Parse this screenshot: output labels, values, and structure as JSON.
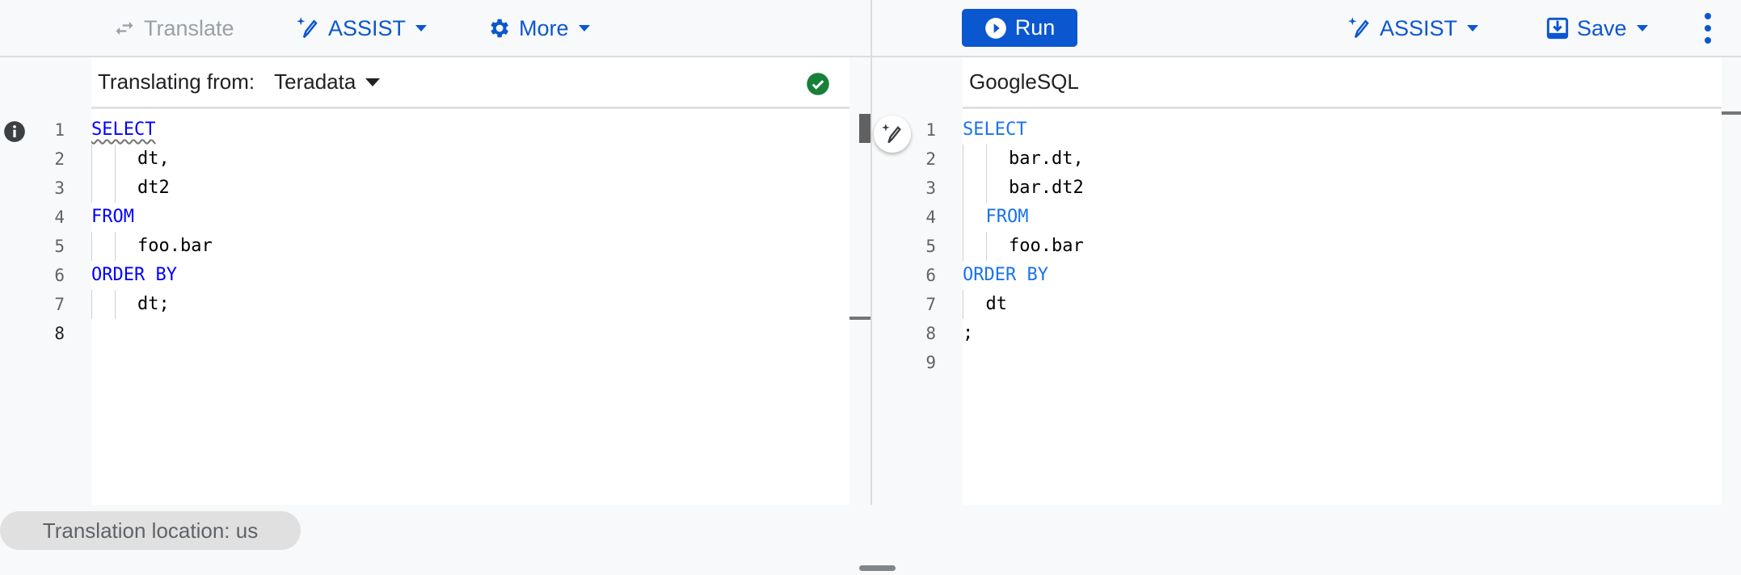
{
  "left_toolbar": {
    "translate_label": "Translate",
    "assist_label": "ASSIST",
    "more_label": "More"
  },
  "right_toolbar": {
    "run_label": "Run",
    "assist_label": "ASSIST",
    "save_label": "Save"
  },
  "left_header": {
    "label": "Translating from:",
    "dialect": "Teradata",
    "status": "valid"
  },
  "right_header": {
    "dialect": "GoogleSQL"
  },
  "source_code": {
    "lines": [
      {
        "num": "1",
        "text": "SELECT",
        "keyword": true,
        "indent": 0
      },
      {
        "num": "2",
        "text": "dt,",
        "keyword": false,
        "indent": 2
      },
      {
        "num": "3",
        "text": "dt2",
        "keyword": false,
        "indent": 2
      },
      {
        "num": "4",
        "text": "FROM",
        "keyword": true,
        "indent": 0
      },
      {
        "num": "5",
        "text": "foo.bar",
        "keyword": false,
        "indent": 2
      },
      {
        "num": "6",
        "text": "ORDER BY",
        "keyword": true,
        "indent": 0
      },
      {
        "num": "7",
        "text": "dt;",
        "keyword": false,
        "indent": 2
      },
      {
        "num": "8",
        "text": "",
        "keyword": false,
        "indent": 0
      }
    ]
  },
  "translated_code": {
    "lines": [
      {
        "num": "1",
        "text": "SELECT",
        "keyword": true,
        "indent": 0
      },
      {
        "num": "2",
        "text": "bar.dt,",
        "keyword": false,
        "indent": 2
      },
      {
        "num": "3",
        "text": "bar.dt2",
        "keyword": false,
        "indent": 2
      },
      {
        "num": "4",
        "text": "FROM",
        "keyword": true,
        "indent": 1
      },
      {
        "num": "5",
        "text": "foo.bar",
        "keyword": false,
        "indent": 2
      },
      {
        "num": "6",
        "text": "ORDER BY",
        "keyword": true,
        "indent": 0
      },
      {
        "num": "7",
        "text": "dt",
        "keyword": false,
        "indent": 1
      },
      {
        "num": "8",
        "text": ";",
        "keyword": false,
        "indent": 0
      },
      {
        "num": "9",
        "text": "",
        "keyword": false,
        "indent": 0
      }
    ]
  },
  "status_bar": {
    "location": "Translation location: us"
  },
  "colors": {
    "accent": "#0b57d0",
    "run_button": "#0b57d0",
    "keyword_source": "#0000ff",
    "keyword_target": "#1a73e8",
    "success": "#188038"
  }
}
